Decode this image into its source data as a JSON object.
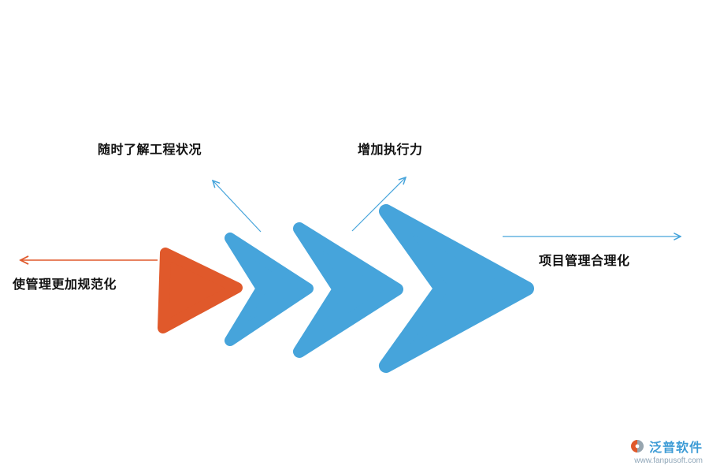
{
  "colors": {
    "orange": "#E0592B",
    "blue": "#46A4DB",
    "label_text": "#111111",
    "logo_blue": "#3E9CD6",
    "logo_url_gray": "#8FA6B8"
  },
  "labels": {
    "top_left": "随时了解工程状况",
    "top_mid": "增加执行力",
    "left": "使管理更加规范化",
    "right": "项目管理合理化"
  },
  "diagram": {
    "type": "arrow-sequence",
    "direction": "left-to-right",
    "steps": [
      {
        "shape": "triangle",
        "color": "#E0592B",
        "label": "使管理更加规范化"
      },
      {
        "shape": "chevron",
        "color": "#46A4DB",
        "label": "随时了解工程状况"
      },
      {
        "shape": "chevron",
        "color": "#46A4DB",
        "label": "增加执行力"
      },
      {
        "shape": "chevron",
        "color": "#46A4DB",
        "label": "项目管理合理化"
      }
    ]
  },
  "logo": {
    "icon": "fanpu-logo-icon",
    "name": "泛普软件",
    "url": "www.fanpusoft.com"
  }
}
